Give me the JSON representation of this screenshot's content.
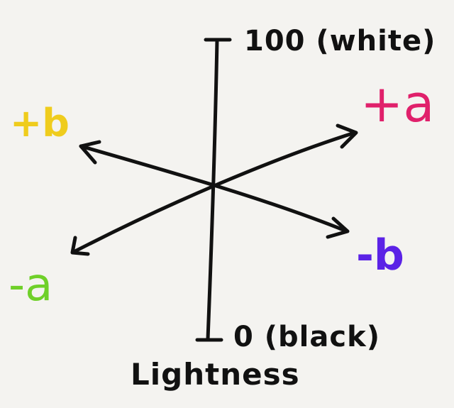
{
  "labels": {
    "lightness_max": "100 (white)",
    "lightness_min": "0 (black)",
    "lightness_axis": "Lightness",
    "plus_a": "+a",
    "minus_a": "-a",
    "plus_b": "+b",
    "minus_b": "-b"
  },
  "colors": {
    "background": "#f4f3f0",
    "axis_lines": "#111111",
    "plus_a": "#e0206b",
    "minus_a": "#6fd029",
    "plus_b": "#efcc1d",
    "minus_b": "#5b22e6"
  }
}
